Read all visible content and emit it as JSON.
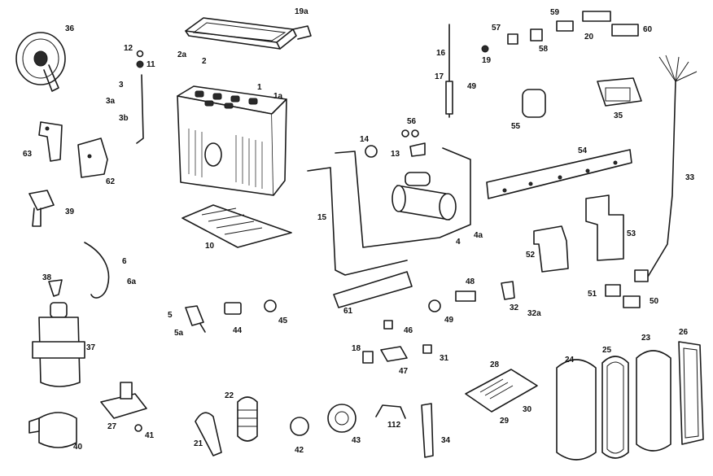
{
  "diagram": {
    "callouts": [
      {
        "id": "c-36",
        "text": "36"
      },
      {
        "id": "c-19a",
        "text": "19a"
      },
      {
        "id": "c-2a",
        "text": "2a"
      },
      {
        "id": "c-2",
        "text": "2"
      },
      {
        "id": "c-12",
        "text": "12"
      },
      {
        "id": "c-11",
        "text": "11"
      },
      {
        "id": "c-3",
        "text": "3"
      },
      {
        "id": "c-3a",
        "text": "3a"
      },
      {
        "id": "c-3b",
        "text": "3b"
      },
      {
        "id": "c-1",
        "text": "1"
      },
      {
        "id": "c-1a",
        "text": "1a"
      },
      {
        "id": "c-63",
        "text": "63"
      },
      {
        "id": "c-62",
        "text": "62"
      },
      {
        "id": "c-39",
        "text": "39"
      },
      {
        "id": "c-10",
        "text": "10"
      },
      {
        "id": "c-6",
        "text": "6"
      },
      {
        "id": "c-6a",
        "text": "6a"
      },
      {
        "id": "c-38",
        "text": "38"
      },
      {
        "id": "c-37",
        "text": "37"
      },
      {
        "id": "c-5",
        "text": "5"
      },
      {
        "id": "c-5a",
        "text": "5a"
      },
      {
        "id": "c-44",
        "text": "44"
      },
      {
        "id": "c-45",
        "text": "45"
      },
      {
        "id": "c-27",
        "text": "27"
      },
      {
        "id": "c-41",
        "text": "41"
      },
      {
        "id": "c-40",
        "text": "40"
      },
      {
        "id": "c-22",
        "text": "22"
      },
      {
        "id": "c-21",
        "text": "21"
      },
      {
        "id": "c-42",
        "text": "42"
      },
      {
        "id": "c-43",
        "text": "43"
      },
      {
        "id": "c-112",
        "text": "112"
      },
      {
        "id": "c-34",
        "text": "34"
      },
      {
        "id": "c-16",
        "text": "16"
      },
      {
        "id": "c-17",
        "text": "17"
      },
      {
        "id": "c-49a",
        "text": "49"
      },
      {
        "id": "c-19",
        "text": "19"
      },
      {
        "id": "c-57",
        "text": "57"
      },
      {
        "id": "c-58",
        "text": "58"
      },
      {
        "id": "c-59",
        "text": "59"
      },
      {
        "id": "c-20",
        "text": "20"
      },
      {
        "id": "c-60",
        "text": "60"
      },
      {
        "id": "c-55",
        "text": "55"
      },
      {
        "id": "c-35",
        "text": "35"
      },
      {
        "id": "c-56",
        "text": "56"
      },
      {
        "id": "c-14",
        "text": "14"
      },
      {
        "id": "c-13",
        "text": "13"
      },
      {
        "id": "c-15",
        "text": "15"
      },
      {
        "id": "c-4",
        "text": "4"
      },
      {
        "id": "c-4a",
        "text": "4a"
      },
      {
        "id": "c-54",
        "text": "54"
      },
      {
        "id": "c-33",
        "text": "33"
      },
      {
        "id": "c-53",
        "text": "53"
      },
      {
        "id": "c-52",
        "text": "52"
      },
      {
        "id": "c-61",
        "text": "61"
      },
      {
        "id": "c-48",
        "text": "48"
      },
      {
        "id": "c-49b",
        "text": "49"
      },
      {
        "id": "c-32",
        "text": "32"
      },
      {
        "id": "c-32a",
        "text": "32a"
      },
      {
        "id": "c-51",
        "text": "51"
      },
      {
        "id": "c-50",
        "text": "50"
      },
      {
        "id": "c-46",
        "text": "46"
      },
      {
        "id": "c-18",
        "text": "18"
      },
      {
        "id": "c-47",
        "text": "47"
      },
      {
        "id": "c-31",
        "text": "31"
      },
      {
        "id": "c-28",
        "text": "28"
      },
      {
        "id": "c-30",
        "text": "30"
      },
      {
        "id": "c-29",
        "text": "29"
      },
      {
        "id": "c-24",
        "text": "24"
      },
      {
        "id": "c-25",
        "text": "25"
      },
      {
        "id": "c-23",
        "text": "23"
      },
      {
        "id": "c-26",
        "text": "26"
      }
    ]
  }
}
